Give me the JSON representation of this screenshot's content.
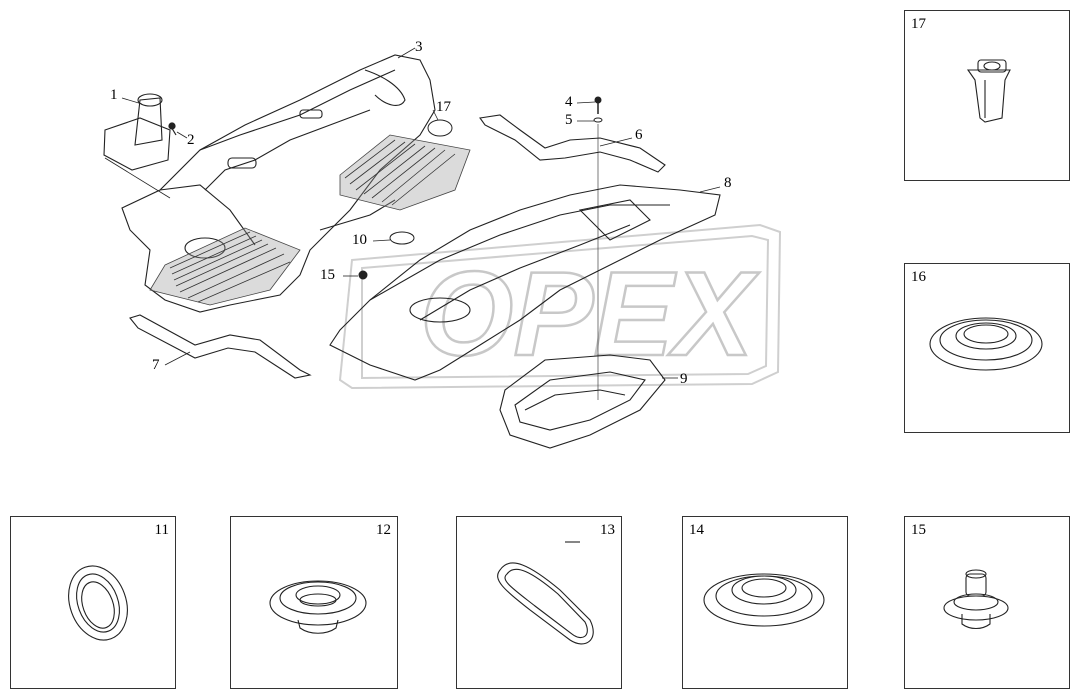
{
  "callouts": {
    "c1": "1",
    "c2": "2",
    "c3": "3",
    "c4": "4",
    "c5": "5",
    "c6": "6",
    "c7": "7",
    "c8": "8",
    "c9": "9",
    "c10": "10",
    "c15": "15",
    "c17": "17"
  },
  "detail_boxes": {
    "b11": "11",
    "b12": "12",
    "b13": "13",
    "b14": "14",
    "b15": "15",
    "b16": "16",
    "b17": "17"
  },
  "watermark": {
    "text": "OPEX",
    "color": "#c8c8c8"
  },
  "colors": {
    "line": "#222222",
    "mat": "#555555"
  }
}
